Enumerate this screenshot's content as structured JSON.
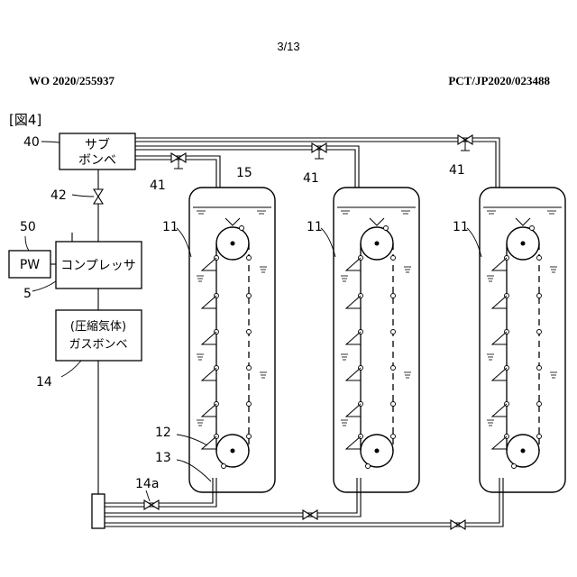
{
  "header": {
    "page_number": "3/13",
    "publication_number": "WO 2020/255937",
    "application_number": "PCT/JP2020/023488",
    "figure_label": "[図4]"
  },
  "components": {
    "sub_cylinder": {
      "ref": "40",
      "line1": "サブ",
      "line2": "ボンベ"
    },
    "valve_42": {
      "ref": "42"
    },
    "power": {
      "ref": "50",
      "label": "PW"
    },
    "compressor": {
      "ref": "5",
      "label": "コンプレッサ"
    },
    "gas_cylinder": {
      "ref": "14",
      "line1": "(圧縮気体)",
      "line2": "ガスボンベ"
    },
    "valve_14a": {
      "ref": "14a"
    },
    "tank_ref": "11",
    "valve_41_ref": "41",
    "water_ref": "15",
    "conveyor_ref": "12",
    "pipe_ref": "13"
  }
}
